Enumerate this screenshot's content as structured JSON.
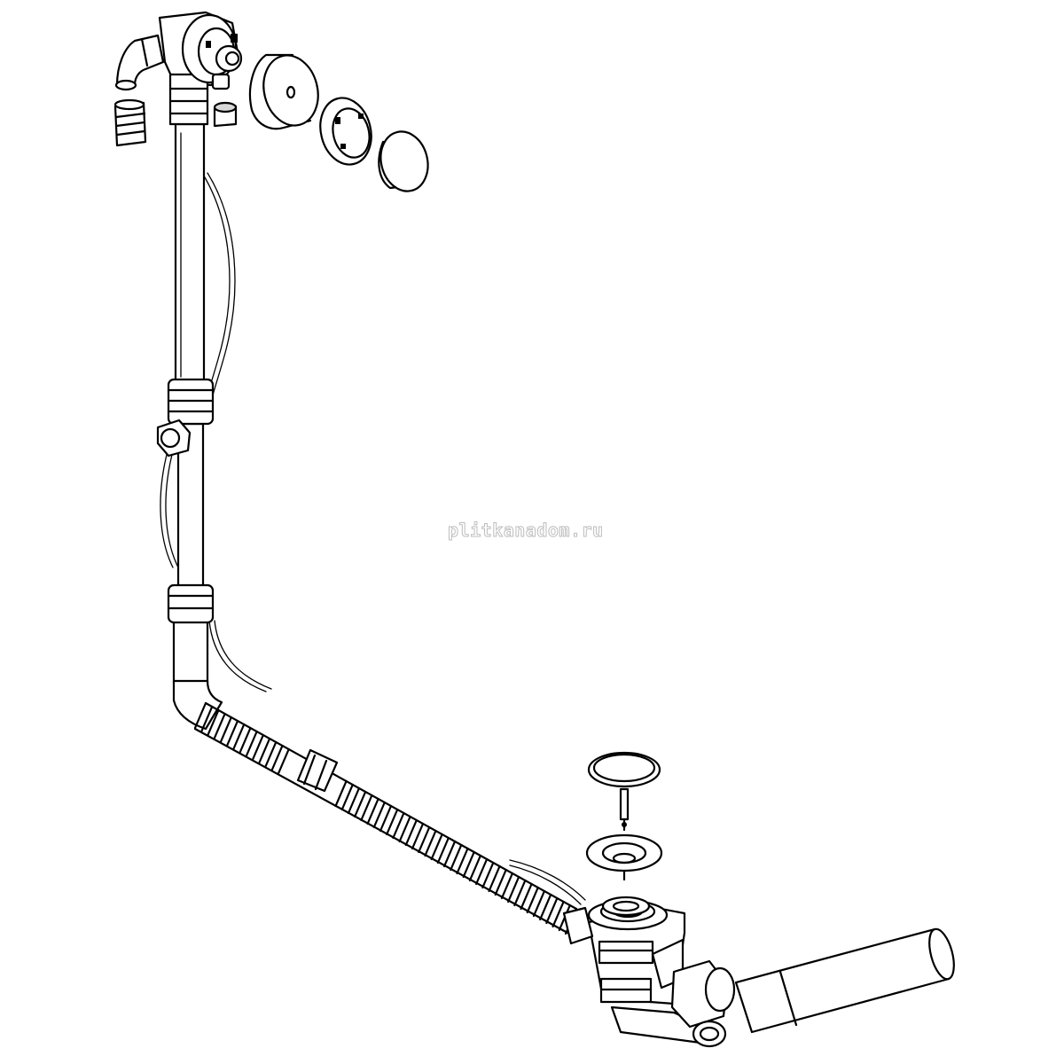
{
  "watermark": "plitkanadom.ru",
  "diagram": {
    "parts": [
      "overflow-head",
      "elbow-fitting",
      "threaded-nut",
      "small-seal",
      "overflow-rosette",
      "rosette-ring",
      "overflow-cap",
      "riser-pipe",
      "bowden-cable",
      "side-nut",
      "lower-bend",
      "corrugated-hose",
      "hose-coupling",
      "drain-plug-cap",
      "plug-stem",
      "drain-strainer",
      "waste-trap",
      "outlet-pipe"
    ]
  }
}
